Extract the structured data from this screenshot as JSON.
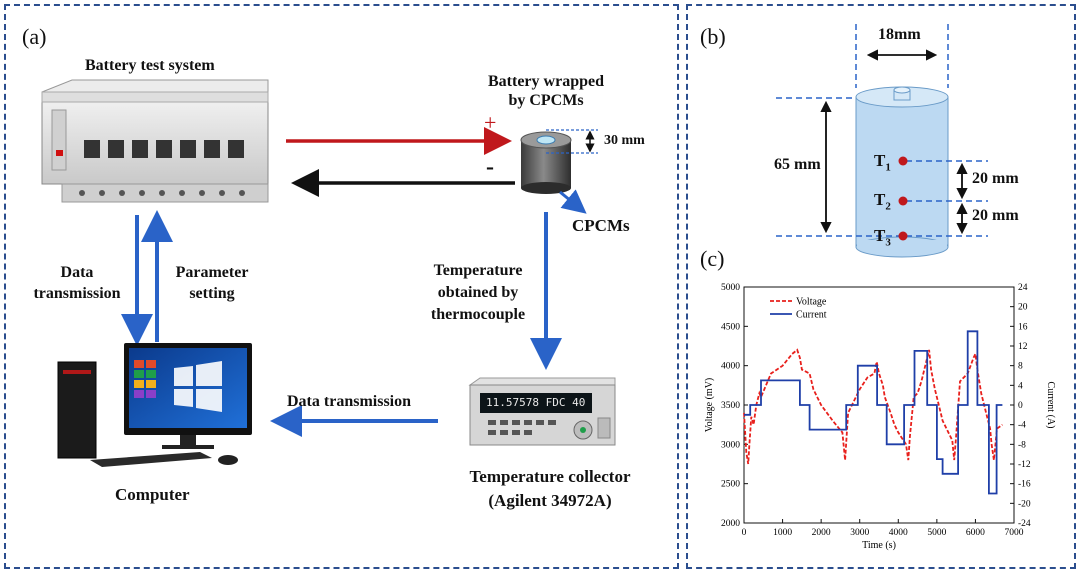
{
  "panel_a": {
    "label": "(a)",
    "battery_test_system": "Battery test system",
    "battery_wrapped_line1": "Battery wrapped",
    "battery_wrapped_line2": "by CPCMs",
    "plus": "+",
    "minus": "-",
    "dim_30mm": "30 mm",
    "cpcms": "CPCMs",
    "data_transmission_line1": "Data",
    "data_transmission_line2": "transmission",
    "parameter_line1": "Parameter",
    "parameter_line2": "setting",
    "temp_obtained_line1": "Temperature",
    "temp_obtained_line2": "obtained by",
    "temp_obtained_line3": "thermocouple",
    "data_transmission_h": "Data transmission",
    "computer": "Computer",
    "collector_line1": "Temperature collector",
    "collector_line2": "(Agilent 34972A)",
    "instrument_display": "11.57578 FDC 40"
  },
  "panel_b": {
    "label": "(b)",
    "dim_18mm": "18mm",
    "dim_65mm": "65 mm",
    "t1": "T",
    "t1_sub": "1",
    "t2": "T",
    "t2_sub": "2",
    "t3": "T",
    "t3_sub": "3",
    "dim_20mm_a": "20 mm",
    "dim_20mm_b": "20 mm"
  },
  "panel_c": {
    "label": "(c)"
  },
  "chart_data": {
    "type": "line",
    "xlabel": "Time (s)",
    "ylabel_left": "Voltage (mV)",
    "ylabel_right": "Current (A)",
    "xlim": [
      0,
      7000
    ],
    "ylim_left": [
      2000,
      5000
    ],
    "ylim_right": [
      -24,
      24
    ],
    "x_ticks": [
      "0",
      "1000",
      "2000",
      "3000",
      "4000",
      "5000",
      "6000",
      "7000"
    ],
    "y_left_ticks": [
      "2000",
      "2500",
      "3000",
      "3500",
      "4000",
      "4500",
      "5000"
    ],
    "y_right_ticks": [
      "-24",
      "-20",
      "-16",
      "-12",
      "-8",
      "-4",
      "0",
      "4",
      "8",
      "12",
      "16",
      "20",
      "24"
    ],
    "legend_position": "top-left",
    "series": [
      {
        "name": "Voltage",
        "axis": "left",
        "color": "#e8201c",
        "style": "dashed",
        "x": [
          0,
          60,
          110,
          140,
          190,
          250,
          320,
          400,
          440,
          700,
          1000,
          1250,
          1380,
          1450,
          1500,
          1700,
          1800,
          2000,
          2300,
          2550,
          2620,
          2660,
          2700,
          2800,
          3000,
          3200,
          3380,
          3440,
          3500,
          3600,
          3650,
          3800,
          3900,
          4000,
          4200,
          4260,
          4300,
          4400,
          4500,
          4600,
          4750,
          4800,
          4850,
          4950,
          5050,
          5150,
          5250,
          5400,
          5450,
          5500,
          5600,
          5800,
          5950,
          6000,
          6050,
          6150,
          6250,
          6380,
          6420,
          6480,
          6560,
          6700
        ],
        "y": [
          3400,
          2900,
          2750,
          3000,
          3350,
          3250,
          3500,
          3650,
          3600,
          3900,
          4000,
          4150,
          4200,
          4100,
          3950,
          3900,
          3700,
          3500,
          3300,
          3150,
          2800,
          3100,
          3400,
          3500,
          3700,
          3850,
          3900,
          4050,
          3900,
          3750,
          3600,
          3400,
          3250,
          3150,
          3000,
          2800,
          3100,
          3600,
          3650,
          3800,
          4100,
          4200,
          3950,
          3700,
          3500,
          3300,
          3200,
          3050,
          2800,
          3100,
          3800,
          3900,
          4100,
          4150,
          3950,
          3650,
          3450,
          3200,
          3000,
          2800,
          3200,
          3250
        ]
      },
      {
        "name": "Current",
        "axis": "right",
        "color": "#1f3fa8",
        "style": "solid",
        "x": [
          0,
          160,
          160,
          440,
          440,
          1450,
          1450,
          1700,
          1700,
          2650,
          2650,
          2950,
          2950,
          3450,
          3450,
          3700,
          3700,
          4150,
          4150,
          4420,
          4420,
          4750,
          4750,
          5000,
          5000,
          5150,
          5150,
          5550,
          5550,
          5800,
          5800,
          6050,
          6050,
          6350,
          6350,
          6550,
          6550,
          6700
        ],
        "y": [
          -2,
          -2,
          0,
          0,
          5,
          5,
          0,
          0,
          -5,
          -5,
          0,
          0,
          8,
          8,
          0,
          0,
          -8,
          -8,
          0,
          0,
          11,
          11,
          0,
          0,
          -11,
          -11,
          -14,
          -14,
          0,
          0,
          15,
          15,
          0,
          0,
          -18,
          -18,
          0,
          0
        ]
      }
    ]
  }
}
